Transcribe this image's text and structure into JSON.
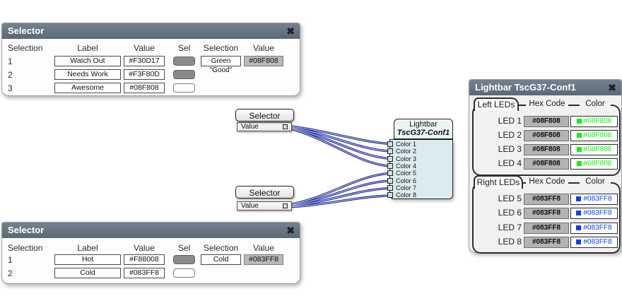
{
  "icons": {
    "close": "✖"
  },
  "wires": {
    "outer_color": "#252c9c",
    "core_color": "#b9c0ea"
  },
  "panel_top_left": {
    "title": "Selector",
    "columns": [
      "Selection",
      "Label",
      "Value",
      "Sel",
      "Selection",
      "Value"
    ],
    "rows": [
      {
        "num": "1",
        "label": "Watch Out",
        "value": "#F30D17",
        "sel": true
      },
      {
        "num": "2",
        "label": "Needs Work",
        "value": "#F3F80D",
        "sel": true
      },
      {
        "num": "3",
        "label": "Awesome",
        "value": "#08F808",
        "sel": false
      }
    ],
    "selection": "Green \"Good\"",
    "selection_value": "#08F808"
  },
  "panel_bottom_left": {
    "title": "Selector",
    "columns": [
      "Selection",
      "Label",
      "Value",
      "Sel",
      "Selection",
      "Value"
    ],
    "rows": [
      {
        "num": "1",
        "label": "Hot",
        "value": "#F88008",
        "sel": true
      },
      {
        "num": "2",
        "label": "Cold",
        "value": "#083FF8",
        "sel": false
      }
    ],
    "selection": "Cold",
    "selection_value": "#083FF8"
  },
  "node_selector_top": {
    "title": "Selector",
    "output_label": "Value"
  },
  "node_selector_bottom": {
    "title": "Selector",
    "output_label": "Value"
  },
  "node_lightbar": {
    "title": "Lightbar",
    "subtitle": "TscG37-Conf1",
    "inputs": [
      "Color 1",
      "Color 2",
      "Color 3",
      "Color 4",
      "Color 5",
      "Color 6",
      "Color 7",
      "Color 8"
    ]
  },
  "panel_lightbar": {
    "title": "Lightbar TscG37-Conf1",
    "sections": [
      {
        "tab": "Left LEDs",
        "col_hex": "Hex Code",
        "col_color": "Color",
        "leds": [
          {
            "name": "LED 1",
            "hex": "#08F808",
            "color": "#08F808"
          },
          {
            "name": "LED 2",
            "hex": "#08F808",
            "color": "#08F808"
          },
          {
            "name": "LED 3",
            "hex": "#08F808",
            "color": "#08F808"
          },
          {
            "name": "LED 4",
            "hex": "#08F808",
            "color": "#08F808"
          }
        ]
      },
      {
        "tab": "Right LEDs",
        "col_hex": "Hex Code",
        "col_color": "Color",
        "leds": [
          {
            "name": "LED 5",
            "hex": "#083FF8",
            "color": "#083FF8"
          },
          {
            "name": "LED 6",
            "hex": "#083FF8",
            "color": "#083FF8"
          },
          {
            "name": "LED 7",
            "hex": "#083FF8",
            "color": "#083FF8"
          },
          {
            "name": "LED 8",
            "hex": "#083FF8",
            "color": "#083FF8"
          }
        ]
      }
    ]
  }
}
